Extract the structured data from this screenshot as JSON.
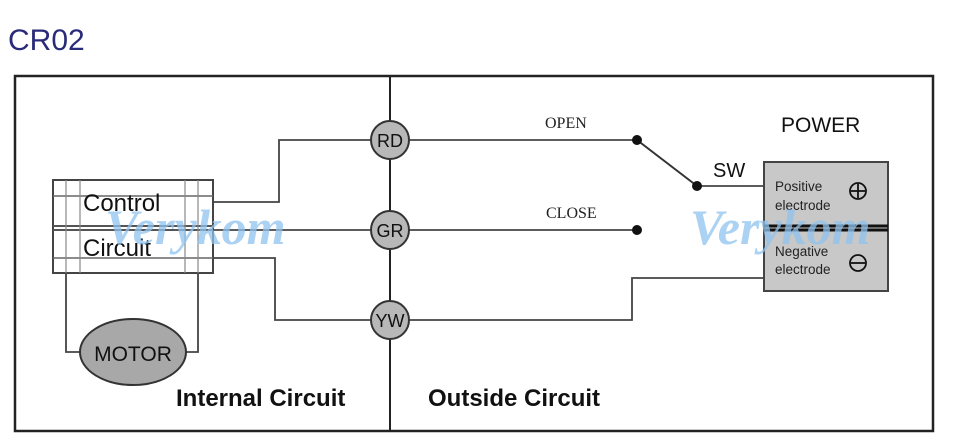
{
  "title": "CR02",
  "watermark": "Verykom",
  "control_box": {
    "line1": "Control",
    "line2": "Circuit"
  },
  "motor_label": "MOTOR",
  "terminals": {
    "rd": "RD",
    "gr": "GR",
    "yw": "YW"
  },
  "switch": {
    "open_label": "OPEN",
    "close_label": "CLOSE",
    "sw_label": "SW"
  },
  "power": {
    "label": "POWER",
    "positive_line1": "Positive",
    "positive_line2": "electrode",
    "negative_line1": "Negative",
    "negative_line2": "electrode"
  },
  "sections": {
    "internal": "Internal Circuit",
    "outside": "Outside Circuit"
  },
  "colors": {
    "title": "#2a2a7a",
    "line": "#444444",
    "frame": "#222222",
    "terminal_fill": "#b8b8b8",
    "motor_fill": "#a8a8a8",
    "power_fill": "#c8c8c8",
    "watermark": "#8fc3ee"
  }
}
